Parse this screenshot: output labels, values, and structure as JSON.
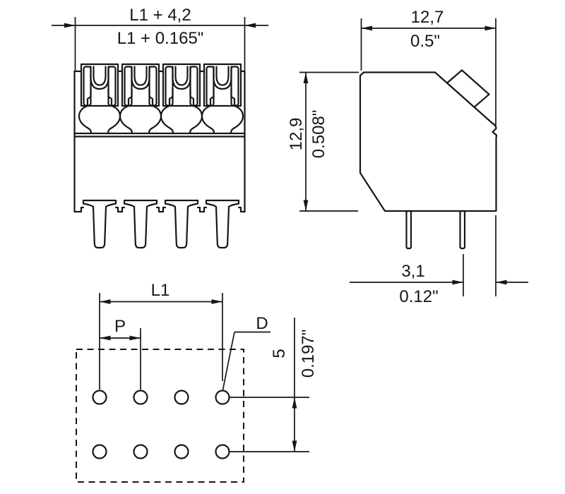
{
  "title": "Terminal block dimensional drawing",
  "colors": {
    "background": "#ffffff",
    "line": "#161616"
  },
  "front_view": {
    "poles": 4,
    "dim_total_length": {
      "metric": "L1 + 4,2",
      "imperial": "L1 + 0.165\""
    }
  },
  "side_view": {
    "dim_depth": {
      "metric": "12,7",
      "imperial": "0.5\""
    },
    "dim_height": {
      "metric": "12,9",
      "imperial": "0.508\""
    },
    "dim_pin_offset": {
      "metric": "3,1",
      "imperial": "0.12\""
    }
  },
  "footprint_view": {
    "holes_per_row": 4,
    "hole_rows": 2,
    "dim_length_label": "L1",
    "dim_pitch_label": "P",
    "dim_hole_diameter_label": "D",
    "dim_row_spacing": {
      "metric": "5",
      "imperial": "0.197\""
    }
  }
}
